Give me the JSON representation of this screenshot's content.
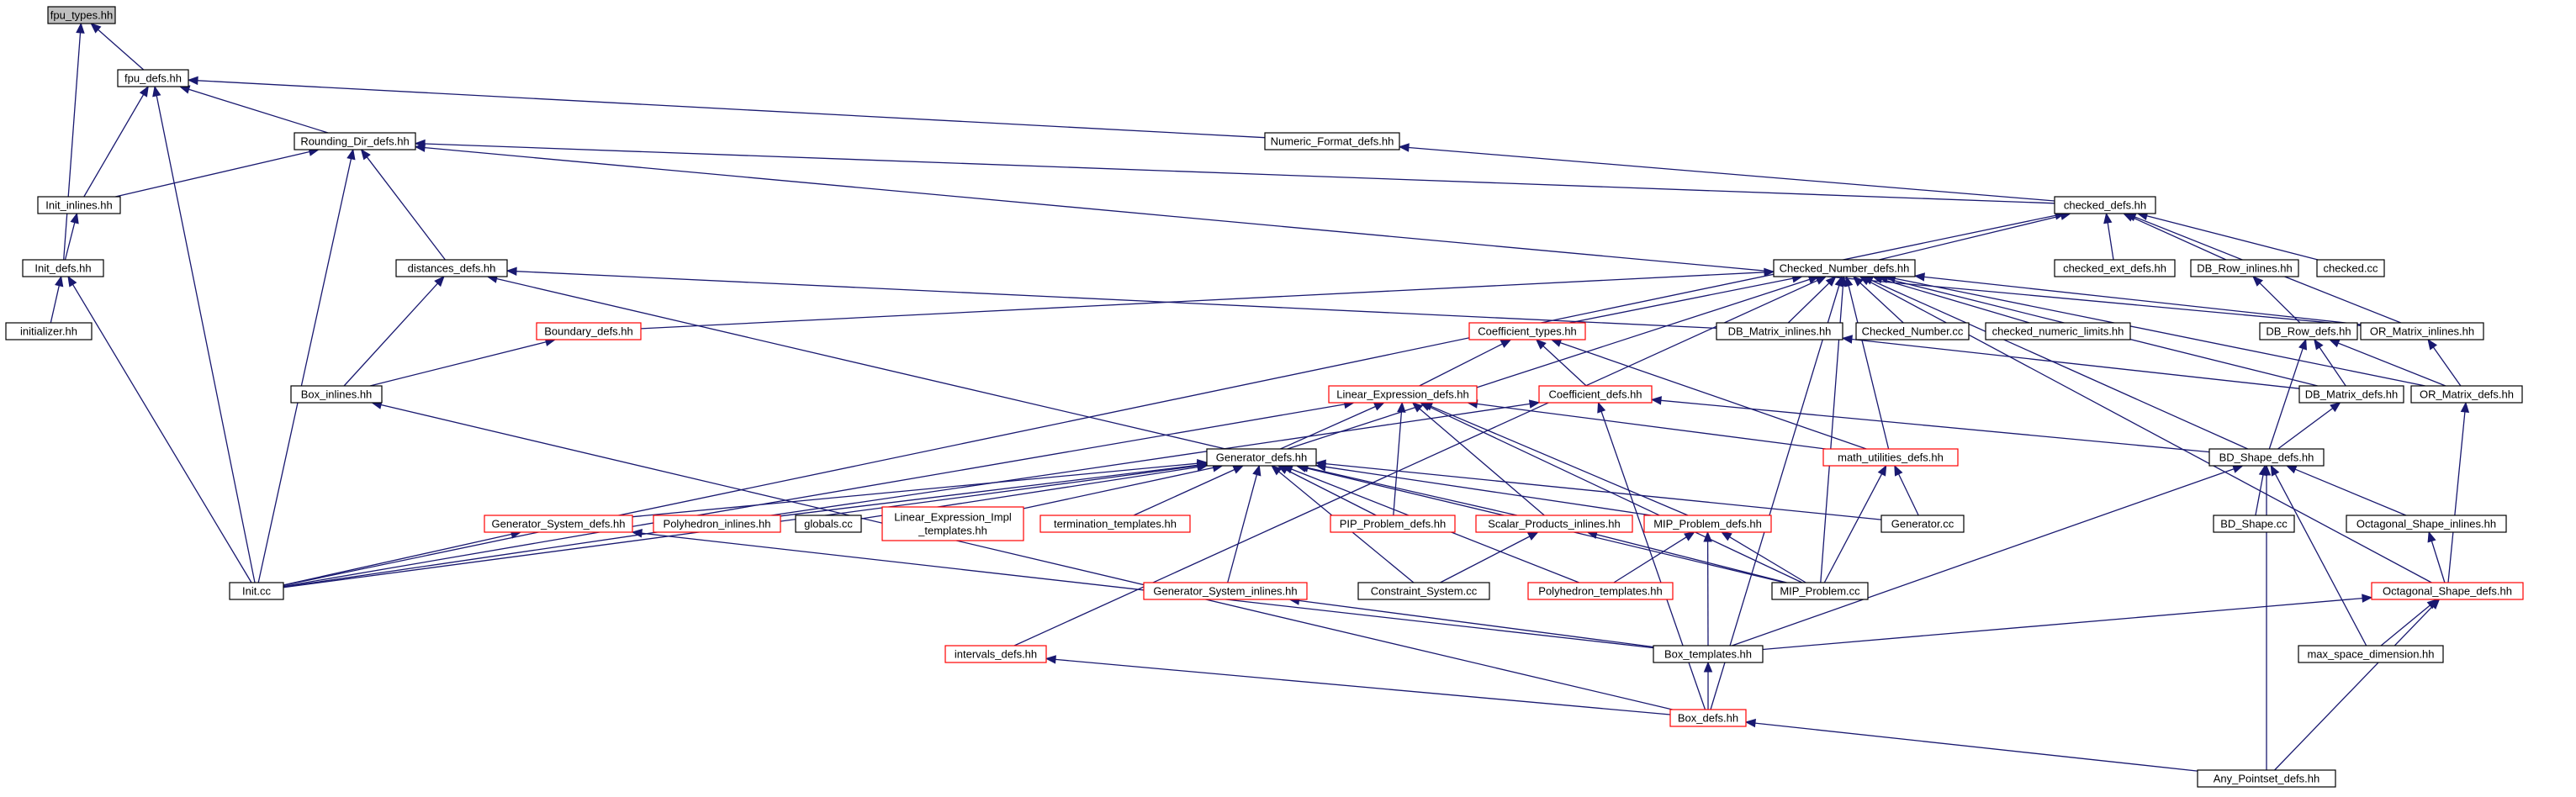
{
  "graph": {
    "direction": "edges point from includer to included header",
    "colors": {
      "edge": "#191970",
      "node_border": "#000000",
      "node_border_incomplete": "#ff0000",
      "root_fill": "#bfbfbf",
      "background": "#ffffff"
    },
    "nodes": [
      {
        "id": "fpu_types",
        "label": "fpu_types.hh",
        "style": "root"
      },
      {
        "id": "fpu_defs",
        "label": "fpu_defs.hh",
        "style": "normal"
      },
      {
        "id": "rounding_dir_defs",
        "label": "Rounding_Dir_defs.hh",
        "style": "normal"
      },
      {
        "id": "numeric_format_defs",
        "label": "Numeric_Format_defs.hh",
        "style": "normal"
      },
      {
        "id": "init_inlines",
        "label": "Init_inlines.hh",
        "style": "normal"
      },
      {
        "id": "checked_defs",
        "label": "checked_defs.hh",
        "style": "normal"
      },
      {
        "id": "init_defs",
        "label": "Init_defs.hh",
        "style": "normal"
      },
      {
        "id": "distances_defs",
        "label": "distances_defs.hh",
        "style": "normal"
      },
      {
        "id": "checked_number_defs",
        "label": "Checked_Number_defs.hh",
        "style": "normal"
      },
      {
        "id": "checked_ext_defs",
        "label": "checked_ext_defs.hh",
        "style": "normal"
      },
      {
        "id": "db_row_inlines",
        "label": "DB_Row_inlines.hh",
        "style": "normal"
      },
      {
        "id": "checked_cc",
        "label": "checked.cc",
        "style": "normal"
      },
      {
        "id": "initializer",
        "label": "initializer.hh",
        "style": "normal"
      },
      {
        "id": "boundary_defs",
        "label": "Boundary_defs.hh",
        "style": "red"
      },
      {
        "id": "coefficient_types",
        "label": "Coefficient_types.hh",
        "style": "red"
      },
      {
        "id": "db_matrix_inlines",
        "label": "DB_Matrix_inlines.hh",
        "style": "normal"
      },
      {
        "id": "checked_number_cc",
        "label": "Checked_Number.cc",
        "style": "normal"
      },
      {
        "id": "checked_numeric_limits",
        "label": "checked_numeric_limits.hh",
        "style": "normal"
      },
      {
        "id": "db_row_defs",
        "label": "DB_Row_defs.hh",
        "style": "normal"
      },
      {
        "id": "or_matrix_inlines",
        "label": "OR_Matrix_inlines.hh",
        "style": "normal"
      },
      {
        "id": "box_inlines",
        "label": "Box_inlines.hh",
        "style": "normal"
      },
      {
        "id": "linear_expression_defs",
        "label": "Linear_Expression_defs.hh",
        "style": "red"
      },
      {
        "id": "coefficient_defs",
        "label": "Coefficient_defs.hh",
        "style": "red"
      },
      {
        "id": "db_matrix_defs",
        "label": "DB_Matrix_defs.hh",
        "style": "normal"
      },
      {
        "id": "or_matrix_defs",
        "label": "OR_Matrix_defs.hh",
        "style": "normal"
      },
      {
        "id": "generator_defs",
        "label": "Generator_defs.hh",
        "style": "normal"
      },
      {
        "id": "math_utilities_defs",
        "label": "math_utilities_defs.hh",
        "style": "red"
      },
      {
        "id": "bd_shape_defs",
        "label": "BD_Shape_defs.hh",
        "style": "normal"
      },
      {
        "id": "generator_system_defs",
        "label": "Generator_System_defs.hh",
        "style": "red"
      },
      {
        "id": "polyhedron_inlines",
        "label": "Polyhedron_inlines.hh",
        "style": "red"
      },
      {
        "id": "globals_cc",
        "label": "globals.cc",
        "style": "normal"
      },
      {
        "id": "linear_expression_impl_templates",
        "label": "Linear_Expression_Impl\n_templates.hh",
        "style": "red"
      },
      {
        "id": "termination_templates",
        "label": "termination_templates.hh",
        "style": "red"
      },
      {
        "id": "pip_problem_defs",
        "label": "PIP_Problem_defs.hh",
        "style": "red"
      },
      {
        "id": "scalar_products_inlines",
        "label": "Scalar_Products_inlines.hh",
        "style": "red"
      },
      {
        "id": "mip_problem_defs",
        "label": "MIP_Problem_defs.hh",
        "style": "red"
      },
      {
        "id": "generator_cc",
        "label": "Generator.cc",
        "style": "normal"
      },
      {
        "id": "bd_shape_cc",
        "label": "BD_Shape.cc",
        "style": "normal"
      },
      {
        "id": "octagonal_shape_inlines",
        "label": "Octagonal_Shape_inlines.hh",
        "style": "normal"
      },
      {
        "id": "init_cc",
        "label": "Init.cc",
        "style": "normal"
      },
      {
        "id": "generator_system_inlines",
        "label": "Generator_System_inlines.hh",
        "style": "red"
      },
      {
        "id": "constraint_system_cc",
        "label": "Constraint_System.cc",
        "style": "normal"
      },
      {
        "id": "polyhedron_templates",
        "label": "Polyhedron_templates.hh",
        "style": "red"
      },
      {
        "id": "mip_problem_cc",
        "label": "MIP_Problem.cc",
        "style": "normal"
      },
      {
        "id": "octagonal_shape_defs",
        "label": "Octagonal_Shape_defs.hh",
        "style": "red"
      },
      {
        "id": "intervals_defs",
        "label": "intervals_defs.hh",
        "style": "red"
      },
      {
        "id": "box_templates",
        "label": "Box_templates.hh",
        "style": "normal"
      },
      {
        "id": "max_space_dimension",
        "label": "max_space_dimension.hh",
        "style": "normal"
      },
      {
        "id": "box_defs",
        "label": "Box_defs.hh",
        "style": "red"
      },
      {
        "id": "any_pointset_defs",
        "label": "Any_Pointset_defs.hh",
        "style": "normal"
      }
    ],
    "edges": [
      {
        "from": "fpu_defs",
        "to": "fpu_types"
      },
      {
        "from": "init_defs",
        "to": "fpu_types"
      },
      {
        "from": "rounding_dir_defs",
        "to": "fpu_defs"
      },
      {
        "from": "numeric_format_defs",
        "to": "fpu_defs"
      },
      {
        "from": "init_inlines",
        "to": "fpu_defs"
      },
      {
        "from": "init_cc",
        "to": "fpu_defs"
      },
      {
        "from": "checked_defs",
        "to": "rounding_dir_defs"
      },
      {
        "from": "init_inlines",
        "to": "rounding_dir_defs"
      },
      {
        "from": "distances_defs",
        "to": "rounding_dir_defs"
      },
      {
        "from": "init_cc",
        "to": "rounding_dir_defs"
      },
      {
        "from": "or_matrix_inlines",
        "to": "rounding_dir_defs"
      },
      {
        "from": "checked_defs",
        "to": "numeric_format_defs"
      },
      {
        "from": "init_defs",
        "to": "init_inlines"
      },
      {
        "from": "init_cc",
        "to": "checked_defs"
      },
      {
        "from": "checked_number_defs",
        "to": "checked_defs"
      },
      {
        "from": "checked_ext_defs",
        "to": "checked_defs"
      },
      {
        "from": "db_row_inlines",
        "to": "checked_defs"
      },
      {
        "from": "checked_cc",
        "to": "checked_defs"
      },
      {
        "from": "or_matrix_inlines",
        "to": "checked_defs"
      },
      {
        "from": "initializer",
        "to": "init_defs"
      },
      {
        "from": "init_cc",
        "to": "init_defs"
      },
      {
        "from": "box_inlines",
        "to": "distances_defs"
      },
      {
        "from": "generator_defs",
        "to": "distances_defs"
      },
      {
        "from": "db_matrix_inlines",
        "to": "distances_defs"
      },
      {
        "from": "boundary_defs",
        "to": "checked_number_defs"
      },
      {
        "from": "coefficient_types",
        "to": "checked_number_defs"
      },
      {
        "from": "db_matrix_inlines",
        "to": "checked_number_defs"
      },
      {
        "from": "checked_number_cc",
        "to": "checked_number_defs"
      },
      {
        "from": "checked_numeric_limits",
        "to": "checked_number_defs"
      },
      {
        "from": "or_matrix_inlines",
        "to": "checked_number_defs"
      },
      {
        "from": "generator_defs",
        "to": "checked_number_defs"
      },
      {
        "from": "math_utilities_defs",
        "to": "checked_number_defs"
      },
      {
        "from": "db_matrix_defs",
        "to": "checked_number_defs"
      },
      {
        "from": "bd_shape_defs",
        "to": "checked_number_defs"
      },
      {
        "from": "octagonal_shape_defs",
        "to": "checked_number_defs"
      },
      {
        "from": "intervals_defs",
        "to": "checked_number_defs"
      },
      {
        "from": "box_defs",
        "to": "checked_number_defs"
      },
      {
        "from": "mip_problem_cc",
        "to": "checked_number_defs"
      },
      {
        "from": "or_matrix_defs",
        "to": "checked_number_defs"
      },
      {
        "from": "db_row_defs",
        "to": "db_row_inlines"
      },
      {
        "from": "or_matrix_defs",
        "to": "or_matrix_inlines"
      },
      {
        "from": "box_inlines",
        "to": "boundary_defs"
      },
      {
        "from": "linear_expression_defs",
        "to": "coefficient_types"
      },
      {
        "from": "coefficient_defs",
        "to": "coefficient_types"
      },
      {
        "from": "math_utilities_defs",
        "to": "coefficient_types"
      },
      {
        "from": "db_matrix_defs",
        "to": "db_matrix_inlines"
      },
      {
        "from": "db_matrix_defs",
        "to": "db_row_defs"
      },
      {
        "from": "or_matrix_defs",
        "to": "db_row_defs"
      },
      {
        "from": "bd_shape_defs",
        "to": "db_row_defs"
      },
      {
        "from": "box_defs",
        "to": "box_inlines"
      },
      {
        "from": "init_cc",
        "to": "linear_expression_defs"
      },
      {
        "from": "generator_defs",
        "to": "linear_expression_defs"
      },
      {
        "from": "pip_problem_defs",
        "to": "linear_expression_defs"
      },
      {
        "from": "scalar_products_inlines",
        "to": "linear_expression_defs"
      },
      {
        "from": "mip_problem_defs",
        "to": "linear_expression_defs"
      },
      {
        "from": "mip_problem_cc",
        "to": "linear_expression_defs"
      },
      {
        "from": "math_utilities_defs",
        "to": "linear_expression_defs"
      },
      {
        "from": "init_cc",
        "to": "coefficient_defs"
      },
      {
        "from": "bd_shape_defs",
        "to": "coefficient_defs"
      },
      {
        "from": "box_defs",
        "to": "coefficient_defs"
      },
      {
        "from": "bd_shape_defs",
        "to": "db_matrix_defs"
      },
      {
        "from": "octagonal_shape_defs",
        "to": "or_matrix_defs"
      },
      {
        "from": "init_cc",
        "to": "generator_defs"
      },
      {
        "from": "generator_system_defs",
        "to": "generator_defs"
      },
      {
        "from": "polyhedron_inlines",
        "to": "generator_defs"
      },
      {
        "from": "globals_cc",
        "to": "generator_defs"
      },
      {
        "from": "linear_expression_impl_templates",
        "to": "generator_defs"
      },
      {
        "from": "termination_templates",
        "to": "generator_defs"
      },
      {
        "from": "pip_problem_defs",
        "to": "generator_defs"
      },
      {
        "from": "scalar_products_inlines",
        "to": "generator_defs"
      },
      {
        "from": "mip_problem_defs",
        "to": "generator_defs"
      },
      {
        "from": "generator_cc",
        "to": "generator_defs"
      },
      {
        "from": "generator_system_inlines",
        "to": "generator_defs"
      },
      {
        "from": "constraint_system_cc",
        "to": "generator_defs"
      },
      {
        "from": "polyhedron_templates",
        "to": "generator_defs"
      },
      {
        "from": "mip_problem_cc",
        "to": "generator_defs"
      },
      {
        "from": "generator_cc",
        "to": "math_utilities_defs"
      },
      {
        "from": "mip_problem_cc",
        "to": "math_utilities_defs"
      },
      {
        "from": "bd_shape_cc",
        "to": "bd_shape_defs"
      },
      {
        "from": "octagonal_shape_inlines",
        "to": "bd_shape_defs"
      },
      {
        "from": "box_templates",
        "to": "bd_shape_defs"
      },
      {
        "from": "max_space_dimension",
        "to": "bd_shape_defs"
      },
      {
        "from": "any_pointset_defs",
        "to": "bd_shape_defs"
      },
      {
        "from": "init_cc",
        "to": "generator_system_defs"
      },
      {
        "from": "box_templates",
        "to": "generator_system_defs"
      },
      {
        "from": "constraint_system_cc",
        "to": "scalar_products_inlines"
      },
      {
        "from": "mip_problem_cc",
        "to": "scalar_products_inlines"
      },
      {
        "from": "polyhedron_templates",
        "to": "mip_problem_defs"
      },
      {
        "from": "mip_problem_cc",
        "to": "mip_problem_defs"
      },
      {
        "from": "box_templates",
        "to": "mip_problem_defs"
      },
      {
        "from": "octagonal_shape_defs",
        "to": "octagonal_shape_inlines"
      },
      {
        "from": "box_templates",
        "to": "generator_system_inlines"
      },
      {
        "from": "box_templates",
        "to": "octagonal_shape_defs"
      },
      {
        "from": "max_space_dimension",
        "to": "octagonal_shape_defs"
      },
      {
        "from": "any_pointset_defs",
        "to": "octagonal_shape_defs"
      },
      {
        "from": "box_defs",
        "to": "intervals_defs"
      },
      {
        "from": "box_defs",
        "to": "box_templates"
      },
      {
        "from": "any_pointset_defs",
        "to": "box_defs"
      }
    ]
  }
}
